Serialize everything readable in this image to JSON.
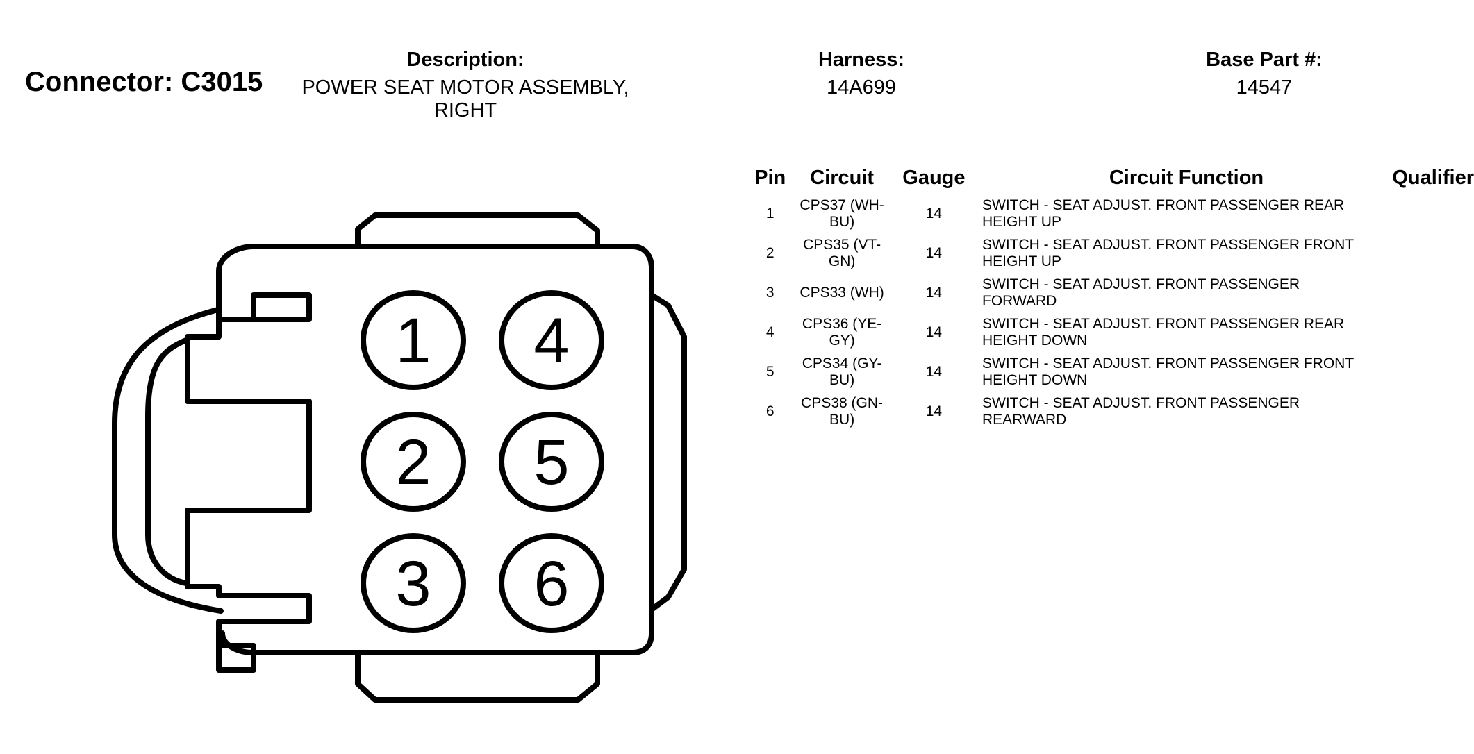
{
  "connector": {
    "title": "Connector: C3015",
    "description_label": "Description:",
    "description_line1": "POWER SEAT MOTOR ASSEMBLY,",
    "description_line2": "RIGHT",
    "harness_label": "Harness:",
    "harness_value": "14A699",
    "base_part_label": "Base Part #:",
    "base_part_value": "14547"
  },
  "diagram": {
    "pin_labels": [
      "1",
      "2",
      "3",
      "4",
      "5",
      "6"
    ],
    "stroke_color": "#000000",
    "fill_color": "#ffffff"
  },
  "table": {
    "headers": {
      "pin": "Pin",
      "circuit": "Circuit",
      "gauge": "Gauge",
      "function": "Circuit Function",
      "qualifier": "Qualifier"
    },
    "rows": [
      {
        "pin": "1",
        "circuit_l1": "CPS37 (WH-",
        "circuit_l2": "BU)",
        "gauge": "14",
        "func_l1": "SWITCH - SEAT ADJUST. FRONT PASSENGER REAR",
        "func_l2": "HEIGHT UP",
        "qualifier": ""
      },
      {
        "pin": "2",
        "circuit_l1": "CPS35 (VT-",
        "circuit_l2": "GN)",
        "gauge": "14",
        "func_l1": "SWITCH - SEAT ADJUST. FRONT PASSENGER FRONT",
        "func_l2": "HEIGHT UP",
        "qualifier": ""
      },
      {
        "pin": "3",
        "circuit_l1": "CPS33 (WH)",
        "circuit_l2": "",
        "gauge": "14",
        "func_l1": "SWITCH - SEAT ADJUST. FRONT PASSENGER",
        "func_l2": "FORWARD",
        "qualifier": ""
      },
      {
        "pin": "4",
        "circuit_l1": "CPS36 (YE-",
        "circuit_l2": "GY)",
        "gauge": "14",
        "func_l1": "SWITCH - SEAT ADJUST. FRONT PASSENGER REAR",
        "func_l2": "HEIGHT DOWN",
        "qualifier": ""
      },
      {
        "pin": "5",
        "circuit_l1": "CPS34 (GY-",
        "circuit_l2": "BU)",
        "gauge": "14",
        "func_l1": "SWITCH - SEAT ADJUST. FRONT PASSENGER FRONT",
        "func_l2": "HEIGHT DOWN",
        "qualifier": ""
      },
      {
        "pin": "6",
        "circuit_l1": "CPS38 (GN-",
        "circuit_l2": "BU)",
        "gauge": "14",
        "func_l1": "SWITCH - SEAT ADJUST. FRONT PASSENGER",
        "func_l2": "REARWARD",
        "qualifier": ""
      }
    ]
  }
}
